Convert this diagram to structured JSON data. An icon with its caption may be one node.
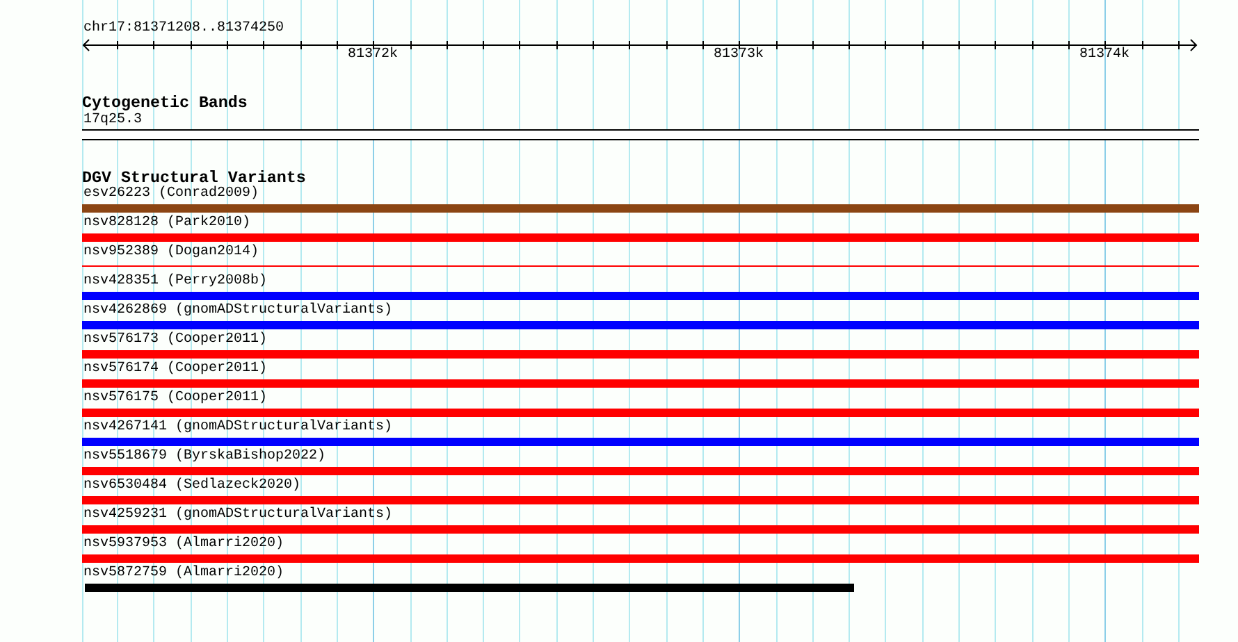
{
  "diagram": {
    "nodes": [
      {
        "text": [
          "17q25.3"
        ]
      },
      {
        "text": [
          "esv26223 (Conrad2009)"
        ]
      },
      {
        "text": [
          "nsv828128 (Park2010)"
        ]
      },
      {
        "text": [
          "nsv952389 (Dogan2014)"
        ]
      },
      {
        "text": [
          "nsv428351 (Perry2008b)"
        ]
      },
      {
        "text": [
          "nsv4262869 (gnomADStructuralVariants)"
        ]
      },
      {
        "text": [
          "nsv576173 (Cooper2011)"
        ]
      },
      {
        "text": [
          "nsv576174 (Cooper2011)"
        ]
      },
      {
        "text": [
          "nsv576175 (Cooper2011)"
        ]
      },
      {
        "text": [
          "nsv4267141 (gnomADStructuralVariants)"
        ]
      },
      {
        "text": [
          "nsv5518679 (ByrskaBishop2022)"
        ]
      },
      {
        "text": [
          "nsv6530484 (Sedlazeck2020)"
        ]
      },
      {
        "text": [
          "nsv4259231 (gnomADStructuralVariants)"
        ]
      },
      {
        "text": [
          "nsv5937953 (Almarri2020)"
        ]
      },
      {
        "text": [
          "nsv5872759 (Almarri2020)"
        ]
      }
    ],
    "labels": [
      "chr17:81371208..81374250",
      "81372k",
      "81373k",
      "81374k",
      "Cytogenetic Bands",
      "DGV Structural Variants"
    ]
  }
}
